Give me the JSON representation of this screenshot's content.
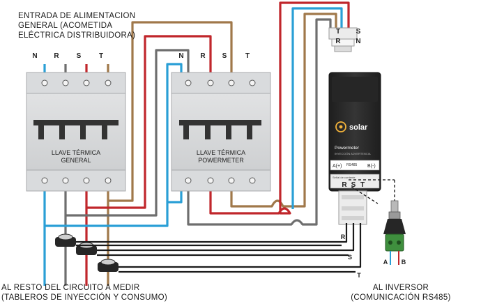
{
  "supply": {
    "line1": "ENTRADA DE ALIMENTACION",
    "line2": "GENERAL (ACOMETIDA",
    "line3": "ELÉCTRICA DISTRIBUIDORA)",
    "phases": [
      "N",
      "R",
      "S",
      "T"
    ]
  },
  "breaker_general": {
    "line1": "LLAVE TÉRMICA",
    "line2": "GENERAL"
  },
  "breaker_powermeter": {
    "line1": "LLAVE TÉRMICA",
    "line2": "POWERMETER",
    "phases": [
      "N",
      "R",
      "S",
      "T"
    ]
  },
  "meter": {
    "brand": "solar",
    "model": "Powermeter",
    "tagline": "INYECCIÓN ADVERTENCIA",
    "rs485": "RS485",
    "a_label": "A(+)",
    "b_label": "B(-)",
    "sensor_text": "Señal de corriente",
    "top_terminals": [
      "T",
      "S",
      "R",
      "N"
    ],
    "ct_terminals": [
      "R",
      "S",
      "T"
    ]
  },
  "ct_wire_labels": [
    "R",
    "S",
    "T"
  ],
  "connector": {
    "a": "A",
    "b": "B"
  },
  "bottom_left": {
    "line1": "AL RESTO DEL CIRCUITO A MEDIR",
    "line2": "(TABLEROS DE INYECCIÓN Y CONSUMO)"
  },
  "bottom_right": {
    "line1": "AL INVERSOR",
    "line2": "(COMUNICACIÓN RS485)"
  },
  "colors": {
    "neutral": "#2a9fd6",
    "phase_r": "#6e6e6e",
    "phase_s": "#c0262b",
    "phase_t": "#a0784a",
    "breaker_body": "#d4d6d8",
    "breaker_dark": "#3a3a3a",
    "meter_body": "#2a2a2a"
  }
}
